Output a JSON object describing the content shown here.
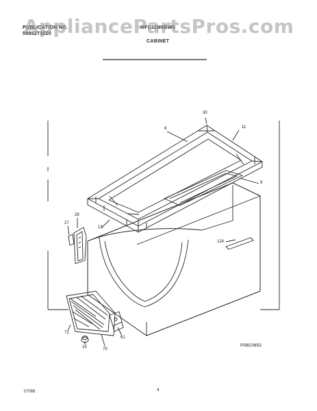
{
  "header": {
    "left_line1": "PUBLICATION NO.",
    "left_line2": "5995273020",
    "model": "MFC11M6BW0",
    "section": "CABINET"
  },
  "watermark": "AppliancePartsPros.com",
  "callouts": {
    "c30": "30",
    "c8": "8",
    "c11": "11",
    "c9": "9",
    "c28": "28",
    "c27": "27",
    "c13": "13",
    "c124": "124",
    "c71": "71",
    "c61": "61",
    "c19": "19",
    "c75": "75"
  },
  "figure_code": "P08C0853",
  "footer": {
    "date": "07/98",
    "page": "4"
  }
}
